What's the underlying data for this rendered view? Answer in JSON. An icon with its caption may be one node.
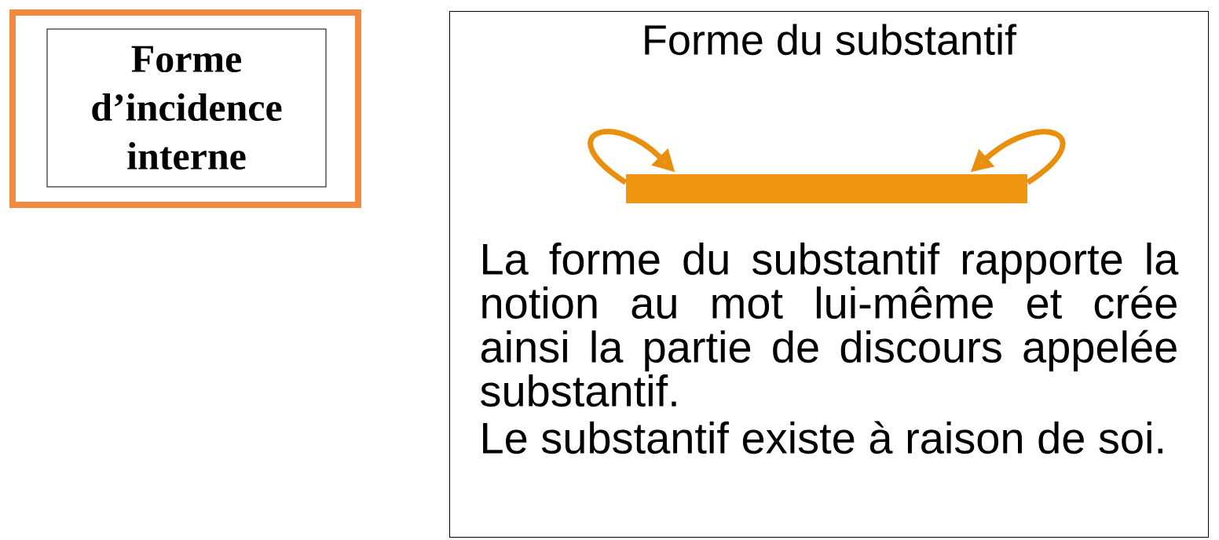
{
  "diagram": {
    "nodes": [
      {
        "text": [
          "Forme d’incidence interne"
        ]
      },
      {
        "text": [
          "Forme du substantif",
          "La forme du substantif rapporte la notion au mot lui-même et crée ainsi la partie de discours appelée substantif.",
          "Le substantif existe à raison de soi."
        ]
      },
      {
        "text": [],
        "shape": "bar",
        "in": 1
      }
    ],
    "edges": [
      {
        "from": 2,
        "to": 2,
        "arrow": "to"
      },
      {
        "from": 2,
        "to": 2,
        "arrow": "to"
      }
    ]
  }
}
